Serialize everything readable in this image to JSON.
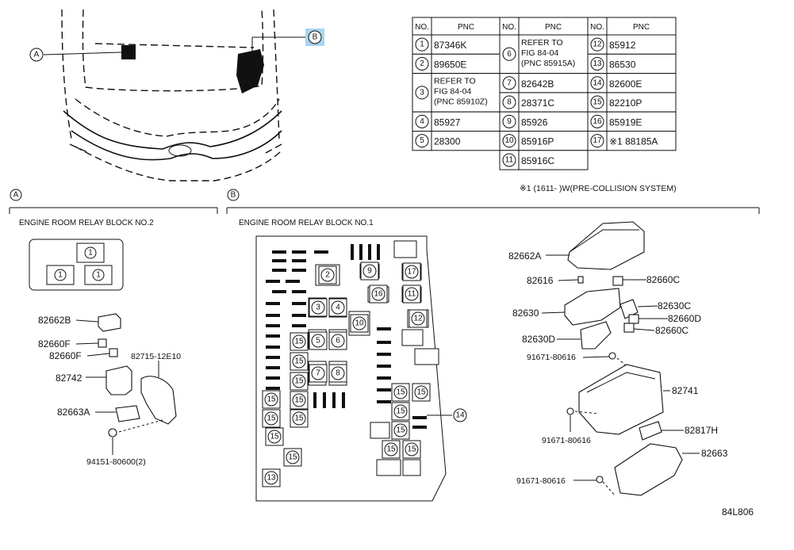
{
  "table": {
    "headers": {
      "no": "NO.",
      "pnc": "PNC"
    },
    "rows": [
      {
        "no": "1",
        "pnc": [
          "87346K"
        ]
      },
      {
        "no": "2",
        "pnc": [
          "89650E"
        ]
      },
      {
        "no": "3",
        "pnc": [
          "REFER TO",
          "FIG 84-04",
          "(PNC 85910Z)"
        ]
      },
      {
        "no": "4",
        "pnc": [
          "85927"
        ]
      },
      {
        "no": "5",
        "pnc": [
          "28300"
        ]
      },
      {
        "no": "6",
        "pnc": [
          "REFER TO",
          "FIG 84-04",
          "(PNC 85915A)"
        ]
      },
      {
        "no": "7",
        "pnc": [
          "82642B"
        ]
      },
      {
        "no": "8",
        "pnc": [
          "28371C"
        ]
      },
      {
        "no": "9",
        "pnc": [
          "85926"
        ]
      },
      {
        "no": "10",
        "pnc": [
          "85916P"
        ]
      },
      {
        "no": "11",
        "pnc": [
          "85916C"
        ]
      },
      {
        "no": "12",
        "pnc": [
          "85912"
        ]
      },
      {
        "no": "13",
        "pnc": [
          "86530"
        ]
      },
      {
        "no": "14",
        "pnc": [
          "82600E"
        ]
      },
      {
        "no": "15",
        "pnc": [
          "82210P"
        ]
      },
      {
        "no": "16",
        "pnc": [
          "85919E"
        ]
      },
      {
        "no": "17",
        "pnc": [
          "※1  88185A"
        ]
      }
    ]
  },
  "footnote": "※1  (1611-        )W(PRE-COLLISION SYSTEM)",
  "markers": {
    "a": "A",
    "b": "B"
  },
  "section_a": {
    "title": "ENGINE ROOM RELAY BLOCK NO.2",
    "callouts": [
      "82662B",
      "82660F",
      "82660F",
      "82742",
      "82663A",
      "82715-12E10",
      "94151-80600(2)"
    ],
    "relay_labels": [
      "1",
      "1",
      "1"
    ]
  },
  "section_b": {
    "title": "ENGINE ROOM RELAY BLOCK NO.1",
    "callouts": [
      "82662A",
      "82616",
      "82660C",
      "82630",
      "82630C",
      "82660D",
      "82630D",
      "82660C",
      "91671-80616",
      "82741",
      "91671-80616",
      "82817H",
      "82663",
      "91671-80616"
    ]
  },
  "figure_code": "84L806",
  "colors": {
    "highlight": "#a9d4f0",
    "line": "#111111"
  }
}
